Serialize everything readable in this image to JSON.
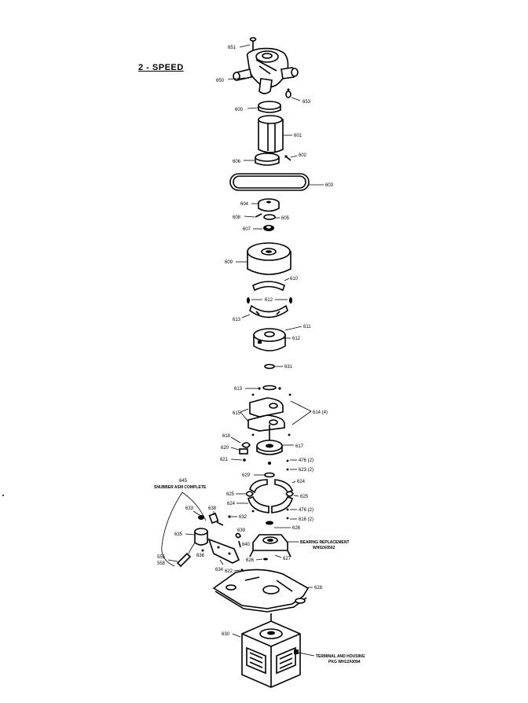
{
  "diagram": {
    "title": "2 - SPEED",
    "labels": {
      "p651": "651",
      "p650": "650",
      "p653": "653",
      "p600": "600",
      "p601": "601",
      "p602": "602",
      "p606": "606",
      "p603": "603",
      "p604": "604",
      "p605": "605",
      "p608": "608",
      "p607": "607",
      "p609": "609",
      "p610": "610",
      "p611": "611",
      "p612": "612",
      "p631": "631",
      "p613": "613",
      "p615": "615",
      "p614": "614 (4)",
      "p618": "618",
      "p617": "617",
      "p620": "620",
      "p621": "621",
      "p476a": "476 (2)",
      "p623": "623 (2)",
      "p629": "629",
      "p624": "624",
      "p625a": "625",
      "p625b": "625",
      "p645": "645",
      "p638": "638",
      "p633": "633",
      "p632": "632",
      "p476b": "476 (2)",
      "p616": "616 (2)",
      "p626": "626",
      "p635": "635",
      "p639": "639",
      "p640": "640",
      "p636": "636",
      "p634": "634",
      "p555": "555",
      "p558": "558",
      "p627": "627",
      "p622": "622",
      "p628": "628",
      "p630": "630"
    },
    "notes": {
      "snubber": "SNUBBER ASM COMPLETE",
      "bearing1": "BEARING REPLACEMENT",
      "bearing2": "WH02X0502",
      "terminal1": "TERMINAL AND HOUSING",
      "terminal2": "PKG WH12X0094"
    }
  }
}
